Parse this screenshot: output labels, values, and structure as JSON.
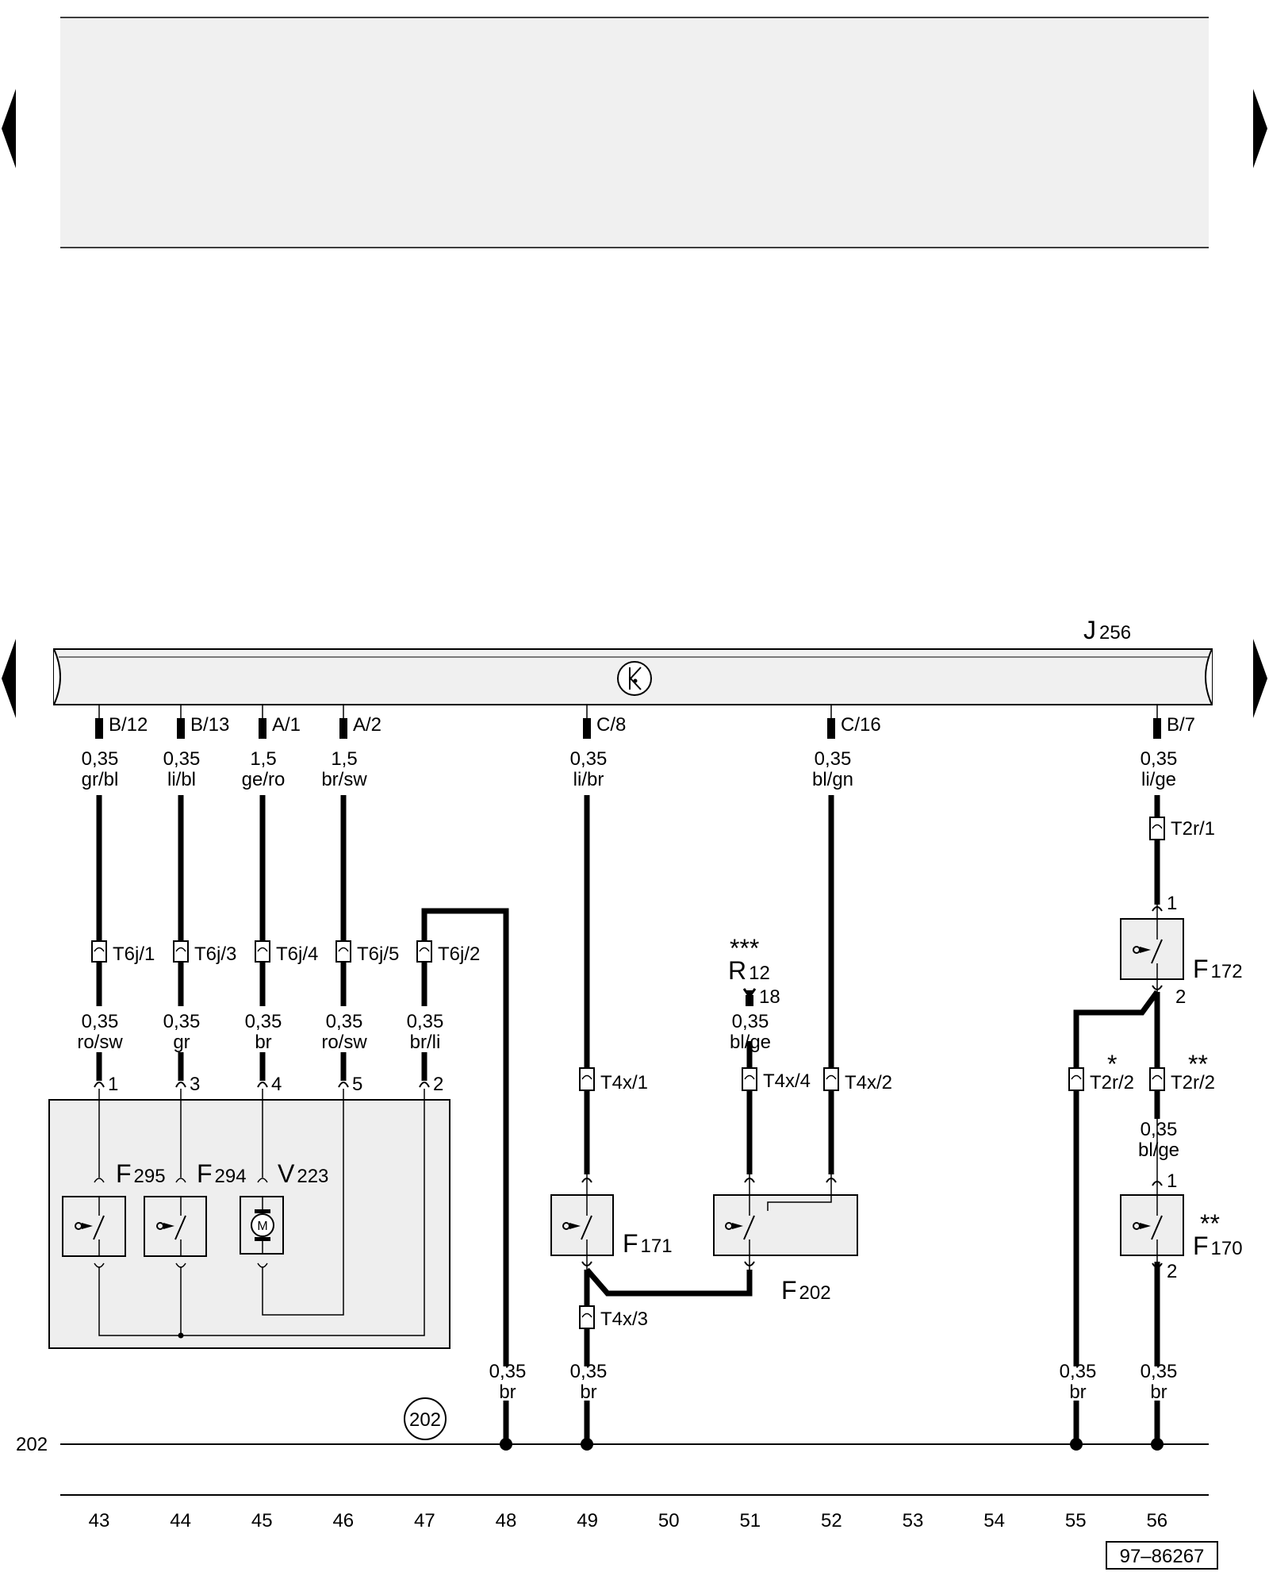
{
  "module": {
    "name": "J",
    "sub": "256"
  },
  "ground_label": "202",
  "ground_bubble": "202",
  "ref_number": "97–86267",
  "columns": [
    "43",
    "44",
    "45",
    "46",
    "47",
    "48",
    "49",
    "50",
    "51",
    "52",
    "53",
    "54",
    "55",
    "56"
  ],
  "pins": {
    "c43": "B/12",
    "c44": "B/13",
    "c45": "A/1",
    "c46": "A/2",
    "c49": "C/8",
    "c52": "C/16",
    "c56": "B/7"
  },
  "wires": {
    "c43_top": {
      "size": "0,35",
      "color": "gr/bl"
    },
    "c44_top": {
      "size": "0,35",
      "color": "li/bl"
    },
    "c45_top": {
      "size": "1,5",
      "color": "ge/ro"
    },
    "c46_top": {
      "size": "1,5",
      "color": "br/sw"
    },
    "c49_top": {
      "size": "0,35",
      "color": "li/br"
    },
    "c52_top": {
      "size": "0,35",
      "color": "bl/gn"
    },
    "c56_top": {
      "size": "0,35",
      "color": "li/ge"
    },
    "c43_mid": {
      "size": "0,35",
      "color": "ro/sw"
    },
    "c44_mid": {
      "size": "0,35",
      "color": "gr"
    },
    "c45_mid": {
      "size": "0,35",
      "color": "br"
    },
    "c46_mid": {
      "size": "0,35",
      "color": "ro/sw"
    },
    "c47_mid": {
      "size": "0,35",
      "color": "br/li"
    },
    "c51_mid": {
      "size": "0,35",
      "color": "bl/ge"
    },
    "c56_mid": {
      "size": "0,35",
      "color": "bl/ge"
    },
    "c48_bot": {
      "size": "0,35",
      "color": "br"
    },
    "c49_bot": {
      "size": "0,35",
      "color": "br"
    },
    "c55_bot": {
      "size": "0,35",
      "color": "br"
    },
    "c56_bot": {
      "size": "0,35",
      "color": "br"
    }
  },
  "connectors": {
    "t6j1": "T6j/1",
    "t6j3": "T6j/3",
    "t6j4": "T6j/4",
    "t6j5": "T6j/5",
    "t6j2": "T6j/2",
    "t4x1": "T4x/1",
    "t4x4": "T4x/4",
    "t4x2": "T4x/2",
    "t4x3": "T4x/3",
    "t2r1": "T2r/1",
    "t2r2a": "T2r/2",
    "t2r2b": "T2r/2"
  },
  "pin_numbers": {
    "a1": "1",
    "a3": "3",
    "a4": "4",
    "a5": "5",
    "a2": "2",
    "f172_1": "1",
    "f172_2": "2",
    "f170_1": "1",
    "f170_2": "2",
    "r12_18": "18"
  },
  "components": {
    "f295": {
      "name": "F",
      "sub": "295"
    },
    "f294": {
      "name": "F",
      "sub": "294"
    },
    "v223": {
      "name": "V",
      "sub": "223"
    },
    "f171": {
      "name": "F",
      "sub": "171"
    },
    "f202": {
      "name": "F",
      "sub": "202"
    },
    "f172": {
      "name": "F",
      "sub": "172"
    },
    "f170": {
      "name": "F",
      "sub": "170"
    },
    "r12": {
      "name": "R",
      "sub": "12"
    }
  },
  "motor_symbol": "M",
  "footnote_marks": {
    "r12": "***",
    "t2r2a": "*",
    "t2r2b": "**",
    "f170": "**"
  },
  "colors": {
    "header_fill": "#f0f0f0",
    "box_fill": "#eeeeee",
    "line": "#000000"
  }
}
